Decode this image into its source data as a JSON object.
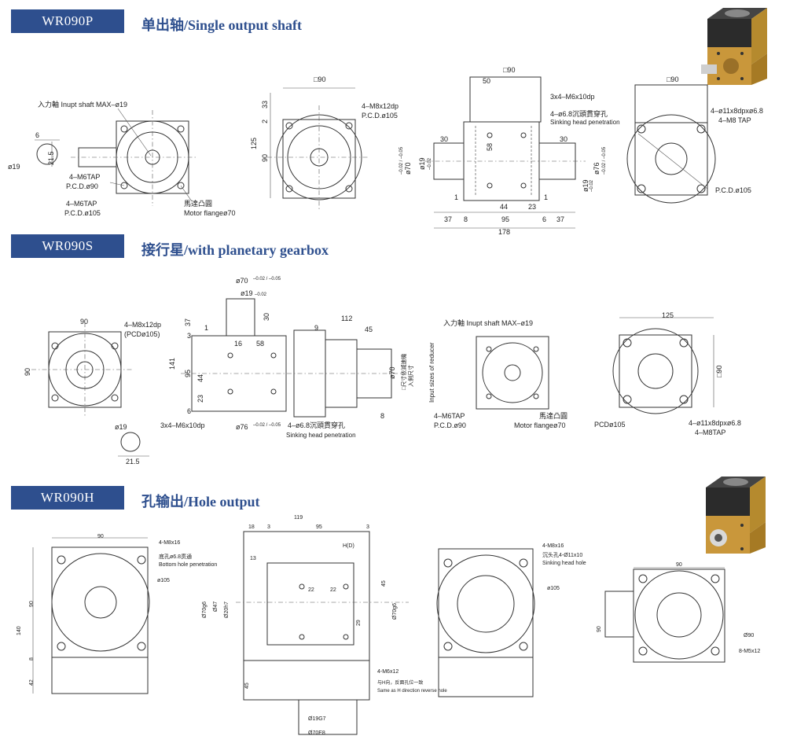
{
  "sections": {
    "p": {
      "model": "WR090P",
      "title": "单出轴/Single output shaft"
    },
    "s": {
      "model": "WR090S",
      "title": "接行星/with planetary gearbox"
    },
    "h": {
      "model": "WR090H",
      "title": "孔输出/Hole output"
    }
  },
  "p_labels": {
    "input_shaft": "入力軸 Inupt shaft MAX–ø19",
    "d6": "6",
    "d21_5": "21.5",
    "d19": "ø19",
    "m6tap_90": "4–M6TAP",
    "pcd90": "P.C.D.ø90",
    "m6tap_105": "4–M6TAP",
    "pcd105": "P.C.D.ø105",
    "motor_cn": "馬達凸圓",
    "motor_en": "Motor flangeø70",
    "sq90_a": "□90",
    "m8x12dp": "4–M8x12dp",
    "pcd105_b": "P.C.D.ø105",
    "d33": "33",
    "d2": "2",
    "d125": "125",
    "d90": "90",
    "sq90_b": "□90",
    "d50": "50",
    "m6x10dp": "3x4–M6x10dp",
    "sink_cn": "4–ø6.8沉頭貫穿孔",
    "sink_en": "Sinking head penetration",
    "d30a": "30",
    "d30b": "30",
    "d58": "58",
    "phi70": "ø70",
    "phi70_tol": "–0.02 / –0.05",
    "phi19": "ø19",
    "phi19_tol": "–0.02",
    "phi76": "ø76",
    "phi76_tol": "–0.02 / –0.05",
    "phi19r": "ø19",
    "phi19r_tol": "–0.02",
    "d1a": "1",
    "d1b": "1",
    "d44": "44",
    "d23": "23",
    "d37a": "37",
    "d8": "8",
    "d95": "95",
    "d6b": "6",
    "d37b": "37",
    "d178": "178",
    "sq90_c": "□90",
    "m11": "4–ø11x8dpxø6.8",
    "m8tap": "4–M8 TAP",
    "pcd105_c": "P.C.D.ø105"
  },
  "s_labels": {
    "d90w": "90",
    "m8x12dp": "4–M8x12dp",
    "pcd105": "(PCDø105)",
    "d90h": "90",
    "phi19k": "ø19",
    "d21_5": "21.5",
    "phi70": "ø70",
    "phi70_tol": "–0.02 / –0.05",
    "phi19": "ø19",
    "phi19_tol": "–0.02",
    "d37": "37",
    "d1": "1",
    "d3": "3",
    "d30": "30",
    "d16": "16",
    "d58": "58",
    "d141": "141",
    "d95": "95",
    "d44": "44",
    "d23": "23",
    "d6": "6",
    "m6x10dp": "3x4–M6x10dp",
    "phi76": "ø76",
    "phi76_tol": "–0.02 / –0.05",
    "sink_cn": "4–ø6.8沉頭貫穿孔",
    "sink_en": "Sinking head penetration",
    "d9": "9",
    "d112": "112",
    "d45": "45",
    "phi70r": "ø70",
    "d8": "8",
    "sq_cn": "□尺寸依減速機",
    "in_cn": "入側尺寸",
    "input_sizes": "Input sizes of reducer",
    "input_shaft": "入力軸 Inupt shaft MAX–ø19",
    "m6tap": "4–M6TAP",
    "pcd90": "P.C.D.ø90",
    "motor_cn": "馬達凸圓",
    "motor_en": "Motor flangeø70",
    "d125": "125",
    "sq90": "□90",
    "pcd105b": "PCDø105",
    "m11": "4–ø11x8dpxø6.8",
    "m8tap": "4–M8TAP"
  },
  "h_labels": {
    "d90a": "90",
    "m8x16a": "4-M8x16",
    "bottom_cn": "底孔ø6.8贯通",
    "bottom_en": "Bottom hole penetration",
    "phi105a": "ø105",
    "d90v": "90",
    "d140": "140",
    "d8": "8",
    "d42": "42",
    "d18": "18",
    "d3": "3",
    "d119": "119",
    "d95": "95",
    "d3b": "3",
    "hd": "H(D)",
    "d13": "13",
    "d22a": "22",
    "d22b": "22",
    "d45": "45",
    "d29": "29",
    "d45b": "45",
    "phi70g6a": "Ø70g6",
    "phi47": "Ø47",
    "phi20h7": "Ø20h7",
    "phi70g6b": "Ø70g6",
    "m6x12": "4-M6x12",
    "same_cn": "与H向，反面孔位一致",
    "same_en": "Same as H direction reverse hole",
    "phi19g7": "Ø19G7",
    "phi70e8": "Ø70E8",
    "m8x16b": "4-M8x16",
    "sink_cn": "沉头孔4-Ø11x10",
    "sink_en": "Sinking head hole",
    "phi105b": "ø105",
    "d90c": "90",
    "d90d": "90",
    "phi90": "Ø90",
    "m5": "8-M5x12"
  }
}
